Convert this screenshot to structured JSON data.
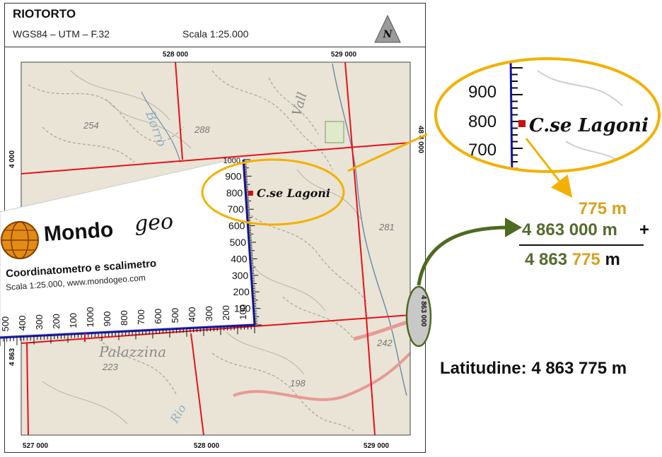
{
  "header": {
    "title": "RIOTORTO",
    "subtitle": "WGS84 – UTM – F.32",
    "scale": "Scala 1:25.000",
    "north_icon": "N"
  },
  "grid_labels": {
    "top_528": "528 000",
    "top_529": "529 000",
    "bottom_527": "527 000",
    "bottom_528": "528 000",
    "bottom_529": "529 000",
    "left_a": "4 000",
    "left_b": "4 863",
    "right_a": "48 4 000",
    "right_b": "4 863 000"
  },
  "map_labels": {
    "place": "C.se Lagoni",
    "borro": "Borro",
    "palazzina": "Palazzina",
    "rio": "Rio",
    "vall": "Vall",
    "h254": "254",
    "h288": "288",
    "h281": "281",
    "h242": "242",
    "h223": "223",
    "h198": "198"
  },
  "scalimetro": {
    "vertical_ticks": [
      "1000",
      "900",
      "800",
      "700",
      "600",
      "500",
      "400",
      "300",
      "200",
      "100"
    ],
    "horizontal_ticks": [
      "500",
      "400",
      "300",
      "200",
      "100",
      "1000",
      "900",
      "800",
      "700",
      "600",
      "500",
      "400",
      "300",
      "200",
      "100"
    ],
    "brand": "Mondo",
    "brand_suffix": "geo",
    "card_title": "Coordinatometro e scalimetro",
    "card_subtitle": "Scala 1:25.000, www.mondogeo.com"
  },
  "zoom": {
    "ticks": [
      "900",
      "800",
      "700"
    ],
    "place": "C.se Lagoni"
  },
  "calculation": {
    "part": "775 m",
    "base": "4 863 000 m",
    "plus": "+",
    "result_prefix": "4 863 ",
    "result_highlight": "775",
    "result_suffix": " m",
    "latitude": "Latitudine: 4 863 775 m"
  },
  "colors": {
    "grid": "#e8101a",
    "scale": "#1414b4",
    "ellipse": "#f2b100",
    "arrow_green": "#4e6b22",
    "map_bg": "#e9e4d6",
    "contour": "#a9a398"
  }
}
